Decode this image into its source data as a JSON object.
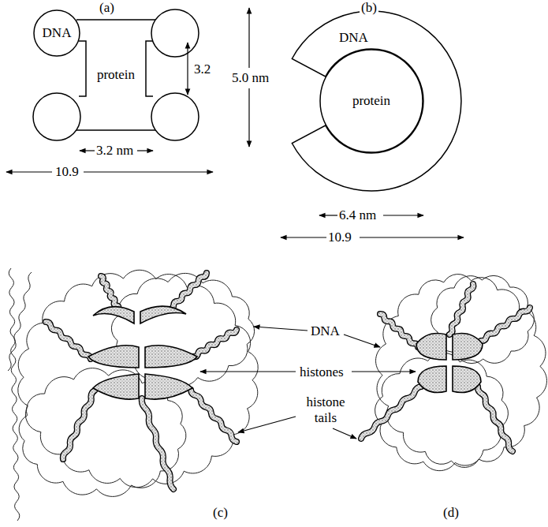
{
  "diagram": {
    "nodes": [
      {
        "text": [
          "DNA"
        ]
      },
      {
        "text": [
          "protein"
        ]
      },
      {
        "text": [
          "DNA"
        ]
      },
      {
        "text": [
          "protein"
        ],
        "in": 2
      }
    ],
    "labels": [
      "(a)",
      "(b)",
      "3.2",
      "5.0 nm",
      "3.2 nm",
      "10.9",
      "6.4 nm",
      "10.9",
      "DNA",
      "histones",
      "histone tails",
      "(c)",
      "(d)"
    ]
  }
}
